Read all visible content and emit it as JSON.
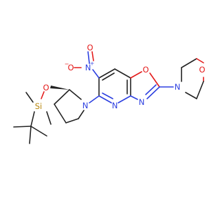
{
  "atoms": {
    "nitro_n": {
      "element": "N",
      "charge": "+",
      "color": "#2c3fe0"
    },
    "nitro_o_minus": {
      "element": "O",
      "charge": "−",
      "color": "#e41a1a"
    },
    "nitro_o": {
      "element": "O",
      "color": "#e41a1a"
    },
    "oxazole_o": {
      "element": "O",
      "color": "#e41a1a"
    },
    "oxazole_n": {
      "element": "N",
      "color": "#2c3fe0"
    },
    "pyridine_n": {
      "element": "N",
      "color": "#2c3fe0"
    },
    "morpholine_n": {
      "element": "N",
      "color": "#2c3fe0"
    },
    "morpholine_o": {
      "element": "O",
      "color": "#e41a1a"
    },
    "pyrrolidine_n": {
      "element": "N",
      "color": "#2c3fe0"
    },
    "ether_o": {
      "element": "O",
      "color": "#e41a1a"
    },
    "silicon": {
      "element": "Si",
      "color": "#b8860b"
    }
  }
}
